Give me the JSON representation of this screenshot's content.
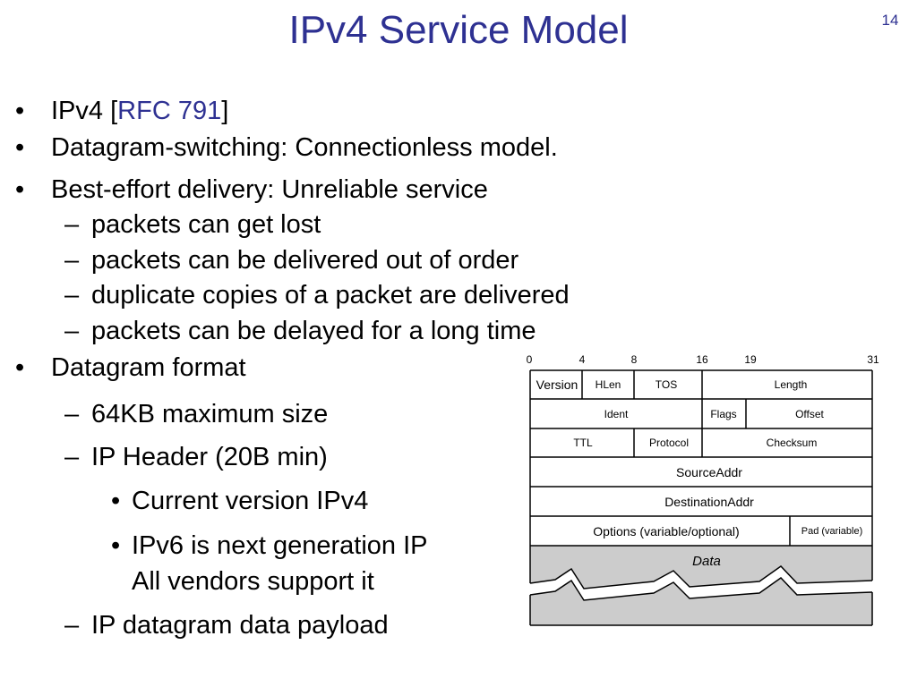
{
  "slide": {
    "title": "IPv4 Service Model",
    "number": "14"
  },
  "bullets": {
    "b1_prefix": "IPv4 [",
    "b1_link": "RFC 791",
    "b1_suffix": "]",
    "b2": "Datagram-switching: Connectionless model.",
    "b3": "Best-effort delivery: Unreliable service",
    "b3_subs": [
      "packets can get lost",
      "packets can be delivered out of order",
      "duplicate copies of a packet are delivered",
      "packets can be delayed for a long time"
    ],
    "b4": "Datagram format",
    "b4_subs": [
      "64KB maximum size",
      "IP Header (20B min)",
      "IP datagram data payload"
    ],
    "b4_subsubs": [
      "Current version IPv4",
      "IPv6 is next generation IP",
      "All vendors support it"
    ],
    "marker_bullet": "•",
    "marker_dash": "–"
  },
  "header_diagram": {
    "bit_ticks": [
      "0",
      "4",
      "8",
      "16",
      "19",
      "31"
    ],
    "row1": {
      "version": "Version",
      "hlen": "HLen",
      "tos": "TOS",
      "length": "Length"
    },
    "row2": {
      "ident": "Ident",
      "flags": "Flags",
      "offset": "Offset"
    },
    "row3": {
      "ttl": "TTL",
      "protocol": "Protocol",
      "checksum": "Checksum"
    },
    "row4": {
      "source": "SourceAddr"
    },
    "row5": {
      "destination": "DestinationAddr"
    },
    "row6": {
      "options": "Options (variable/optional)",
      "pad": "Pad (variable)"
    },
    "data_label": "Data",
    "data_fill": "#cccccc"
  }
}
